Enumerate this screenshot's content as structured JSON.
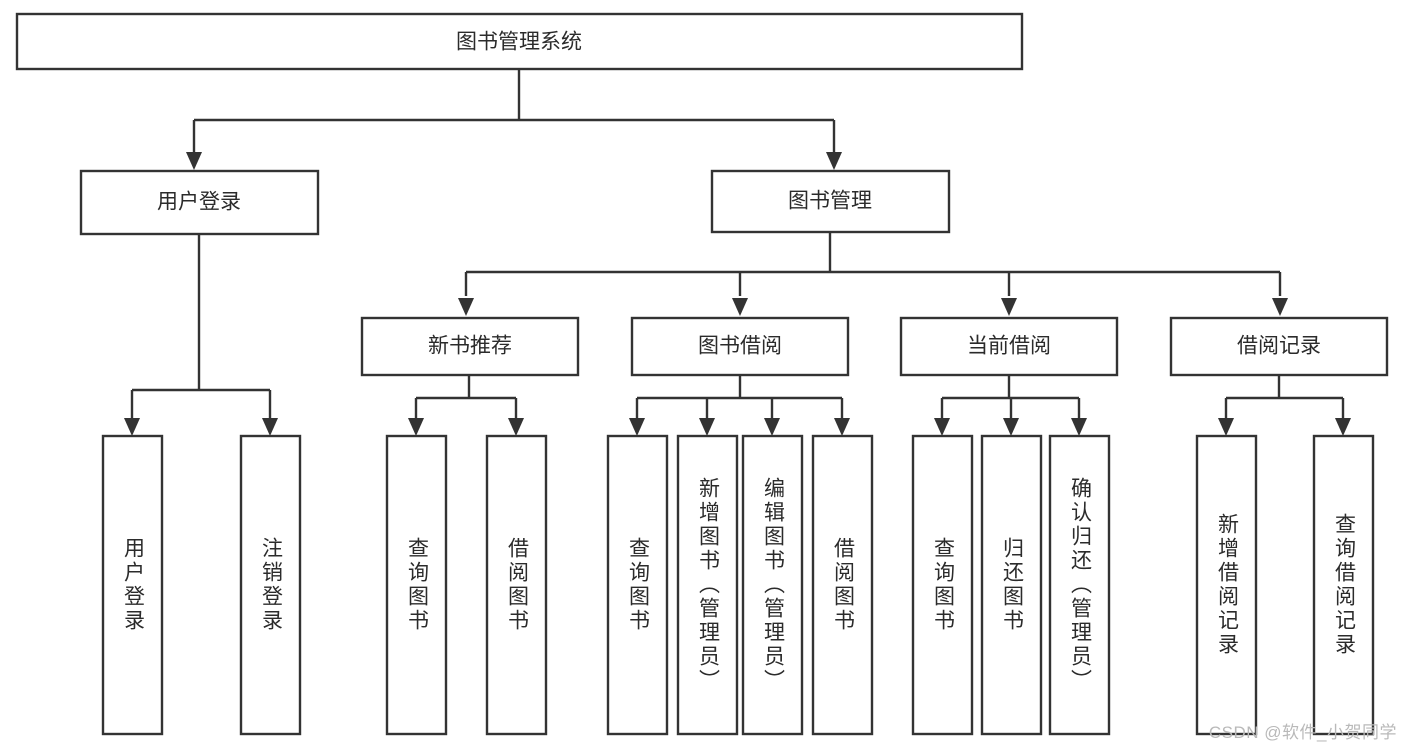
{
  "diagram": {
    "type": "tree-hierarchy",
    "title": "图书管理系统",
    "watermark": "CSDN @软件_小贺同学",
    "colors": {
      "stroke": "#333333",
      "fill": "#ffffff",
      "text": "#2b2b2b",
      "watermark": "#b9b9b9"
    },
    "levels": {
      "root": {
        "label": "图书管理系统"
      },
      "level1": [
        {
          "label": "用户登录"
        },
        {
          "label": "图书管理"
        }
      ],
      "level2": [
        {
          "label": "新书推荐",
          "parent": "图书管理"
        },
        {
          "label": "图书借阅",
          "parent": "图书管理"
        },
        {
          "label": "当前借阅",
          "parent": "图书管理"
        },
        {
          "label": "借阅记录",
          "parent": "图书管理"
        }
      ],
      "leaves": [
        {
          "label": "用户登录",
          "parent": "用户登录"
        },
        {
          "label": "注销登录",
          "parent": "用户登录"
        },
        {
          "label": "查询图书",
          "parent": "新书推荐"
        },
        {
          "label": "借阅图书",
          "parent": "新书推荐"
        },
        {
          "label": "查询图书",
          "parent": "图书借阅"
        },
        {
          "label": "新增图书（管理员）",
          "parent": "图书借阅"
        },
        {
          "label": "编辑图书（管理员）",
          "parent": "图书借阅"
        },
        {
          "label": "借阅图书",
          "parent": "图书借阅"
        },
        {
          "label": "查询图书",
          "parent": "当前借阅"
        },
        {
          "label": "归还图书",
          "parent": "当前借阅"
        },
        {
          "label": "确认归还（管理员）",
          "parent": "当前借阅"
        },
        {
          "label": "新增借阅记录",
          "parent": "借阅记录"
        },
        {
          "label": "查询借阅记录",
          "parent": "借阅记录"
        }
      ]
    }
  }
}
